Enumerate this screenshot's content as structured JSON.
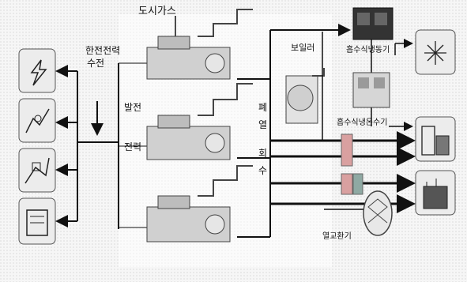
{
  "labels": {
    "city_gas": "도시가스",
    "utility_power": "한전전력",
    "utility_power_2": "수전",
    "generator_power": "발전",
    "generator_power_2": "전력",
    "waste_heat_1": "폐",
    "waste_heat_2": "열",
    "waste_heat_3": "회",
    "waste_heat_4": "수",
    "boiler": "보일러",
    "absorption_chiller": "흡수식냉동기",
    "absorption_chiller_heater": "흡수식냉온수기",
    "heat_exchanger": "열교환기"
  },
  "icons": {
    "left_panels": [
      "lightning-icon",
      "ventilation-icon",
      "pump-icon",
      "panel-icon"
    ],
    "right_panels": [
      "snowflake-icon",
      "building-icon",
      "heating-icon"
    ]
  },
  "colors": {
    "line": "#111111",
    "equipment": "#d0d0d0",
    "panel_bg": "#f2f2f2",
    "pink": "#d9a0a0",
    "teal": "#8fa9a3"
  }
}
